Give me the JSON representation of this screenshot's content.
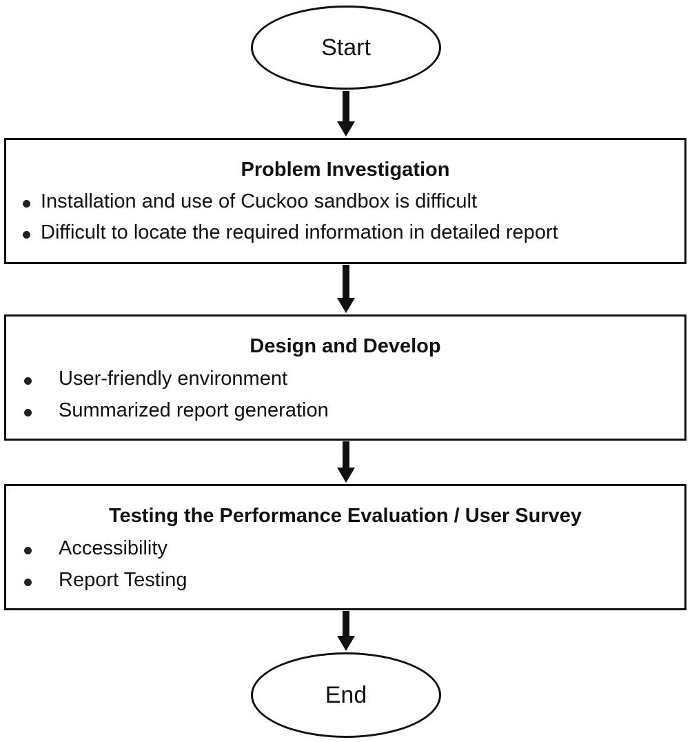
{
  "nodes": {
    "start": {
      "label": "Start"
    },
    "problem": {
      "title": "Problem Investigation",
      "items": [
        "Installation and use of Cuckoo sandbox is difficult",
        "Difficult to locate the required information in detailed report"
      ]
    },
    "design": {
      "title": "Design and Develop",
      "items": [
        "User-friendly environment",
        "Summarized report generation"
      ]
    },
    "testing": {
      "title": "Testing the Performance Evaluation / User Survey",
      "items": [
        "Accessibility",
        "Report Testing"
      ]
    },
    "end": {
      "label": "End"
    }
  },
  "colors": {
    "stroke": "#111111",
    "fill": "#ffffff"
  }
}
